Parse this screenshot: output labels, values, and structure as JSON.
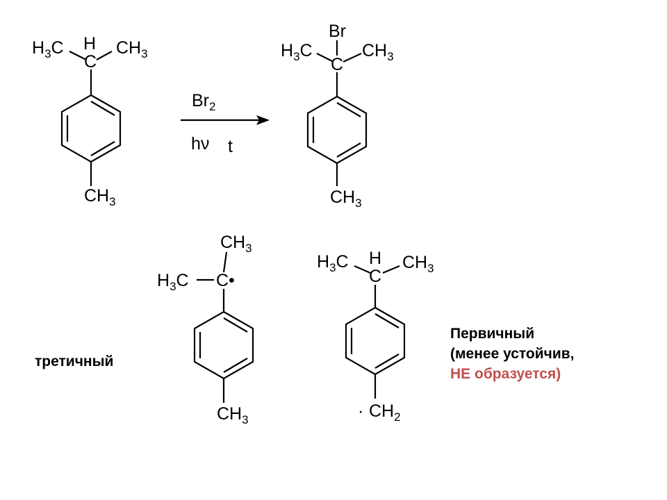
{
  "colors": {
    "ink": "#000000",
    "accent": "#c0504d",
    "background": "#ffffff"
  },
  "reaction": {
    "reagent": "Br",
    "reagent_count": "2",
    "conditions": [
      "hν",
      "t"
    ]
  },
  "groups": {
    "hydrogen": "H",
    "bromine": "Br",
    "carbon": "C",
    "radical_carbon": "C•",
    "methyl_left_prefix": "H",
    "methyl_left_count": "3",
    "methyl_left_suffix": "C",
    "methyl": "CH",
    "methyl_count": "3",
    "methylene": "CH",
    "methylene_count": "2",
    "radical_dot": "·"
  },
  "labels": {
    "tertiary": "третичный",
    "primary_line1": "Первичный",
    "primary_line2": "(менее устойчив,",
    "primary_note": "НЕ образуется)"
  }
}
